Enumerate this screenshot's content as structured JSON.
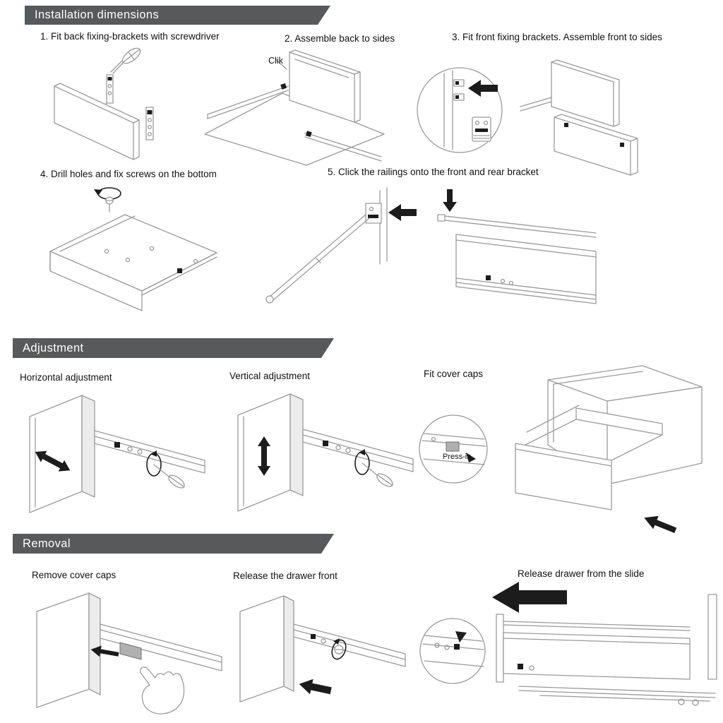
{
  "colors": {
    "header_bg": "#58595b",
    "header_text": "#ffffff",
    "line_gray": "#9a9a9a",
    "cover_cap_gray": "#b0b0b0",
    "arrow_black": "#1c1c1c"
  },
  "sections": [
    {
      "title": "Installation dimensions",
      "steps": [
        {
          "label": "1. Fit back fixing-brackets with screwdriver"
        },
        {
          "label": "2. Assemble back to sides",
          "annotation": "Clik"
        },
        {
          "label": "3. Fit front fixing brackets. Assemble front to sides"
        },
        {
          "label": "4. Drill holes and fix screws on the bottom"
        },
        {
          "label": "5. Click the railings onto the front and rear bracket"
        }
      ]
    },
    {
      "title": "Adjustment",
      "steps": [
        {
          "label": "Horizontal adjustment"
        },
        {
          "label": "Vertical adjustment"
        },
        {
          "label": "Fit cover caps",
          "annotation": "Press-in"
        }
      ]
    },
    {
      "title": "Removal",
      "steps": [
        {
          "label": "Remove cover caps"
        },
        {
          "label": "Release the drawer front"
        },
        {
          "label": "Release drawer from the slide"
        }
      ]
    }
  ]
}
